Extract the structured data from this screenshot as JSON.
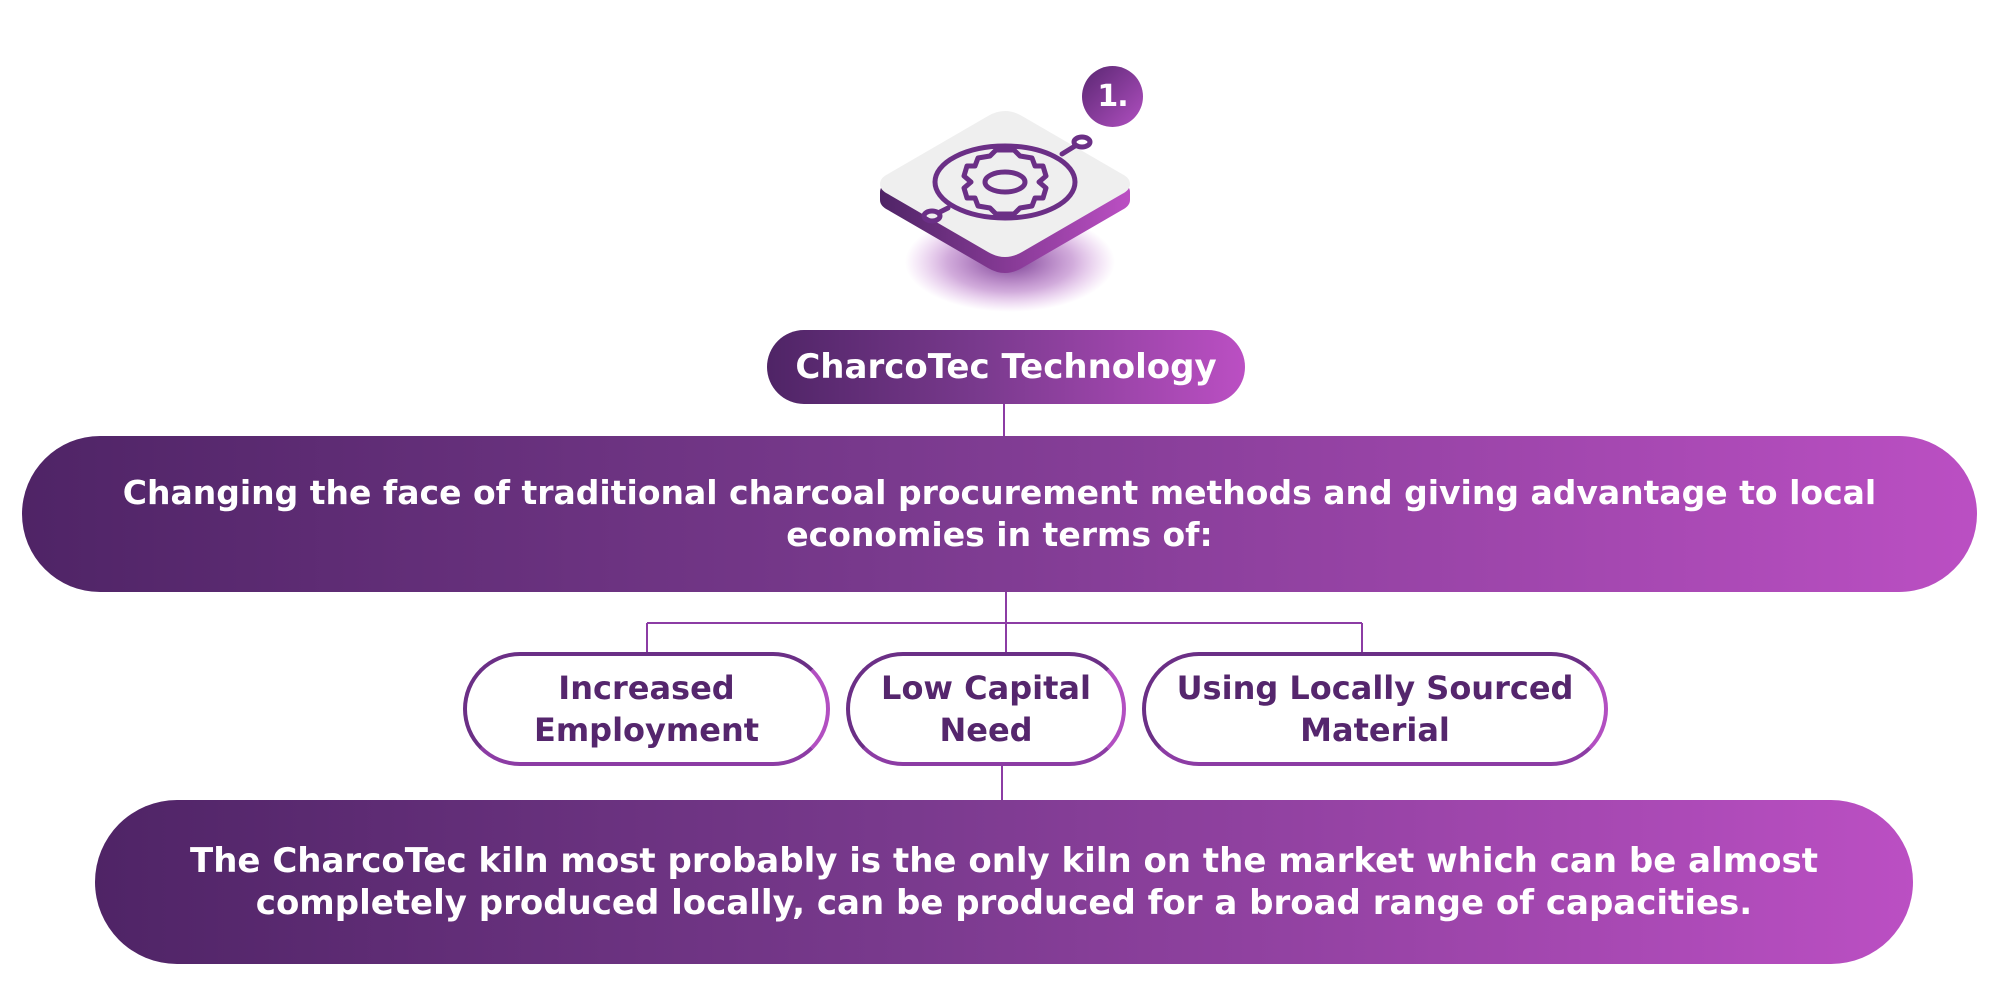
{
  "step": {
    "number": "1."
  },
  "icon": {
    "name": "gear-circuit-icon"
  },
  "title": "CharcoTec Technology",
  "banner": {
    "text": "Changing the face of traditional charcoal procurement methods and giving advantage to local economies in terms of:"
  },
  "benefits": [
    {
      "label": "Increased Employment"
    },
    {
      "label": "Low Capital Need"
    },
    {
      "label": "Using Locally Sourced Material"
    }
  ],
  "conclusion": {
    "text": "The CharcoTec kiln most probably is the only kiln on the market which can be almost completely produced locally, can be produced for a broad range of capacities."
  },
  "colors": {
    "gradient_start": "#4f2466",
    "gradient_end": "#bb4fc3",
    "outline": "#6b2f86",
    "text_dark": "#55266d"
  }
}
